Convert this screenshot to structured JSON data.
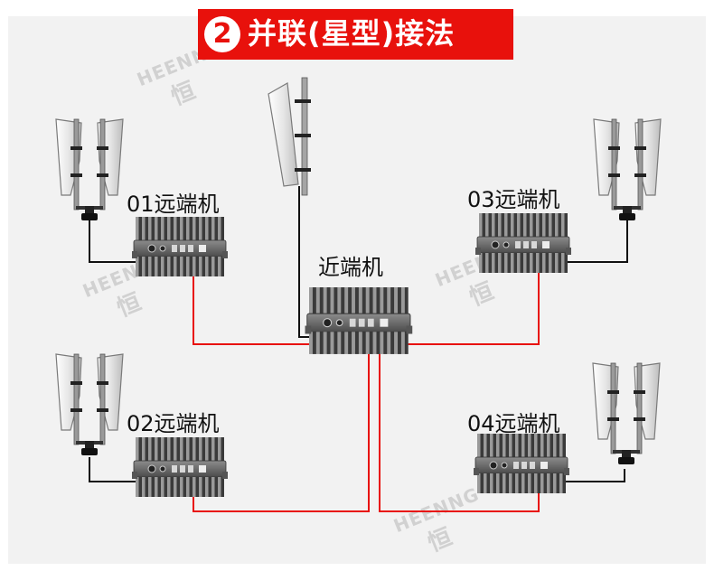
{
  "banner": {
    "number": "2",
    "title": "并联(星型)接法"
  },
  "labels": {
    "near": "近端机",
    "remote_01": "01远端机",
    "remote_02": "02远端机",
    "remote_03": "03远端机",
    "remote_04": "04远端机"
  },
  "watermark": {
    "brand": "HEENNG",
    "mark": "恒"
  },
  "colors": {
    "banner": "#e8110c",
    "fiber": "#e8110c",
    "coax": "#111111",
    "background": "#f2f2f2"
  }
}
